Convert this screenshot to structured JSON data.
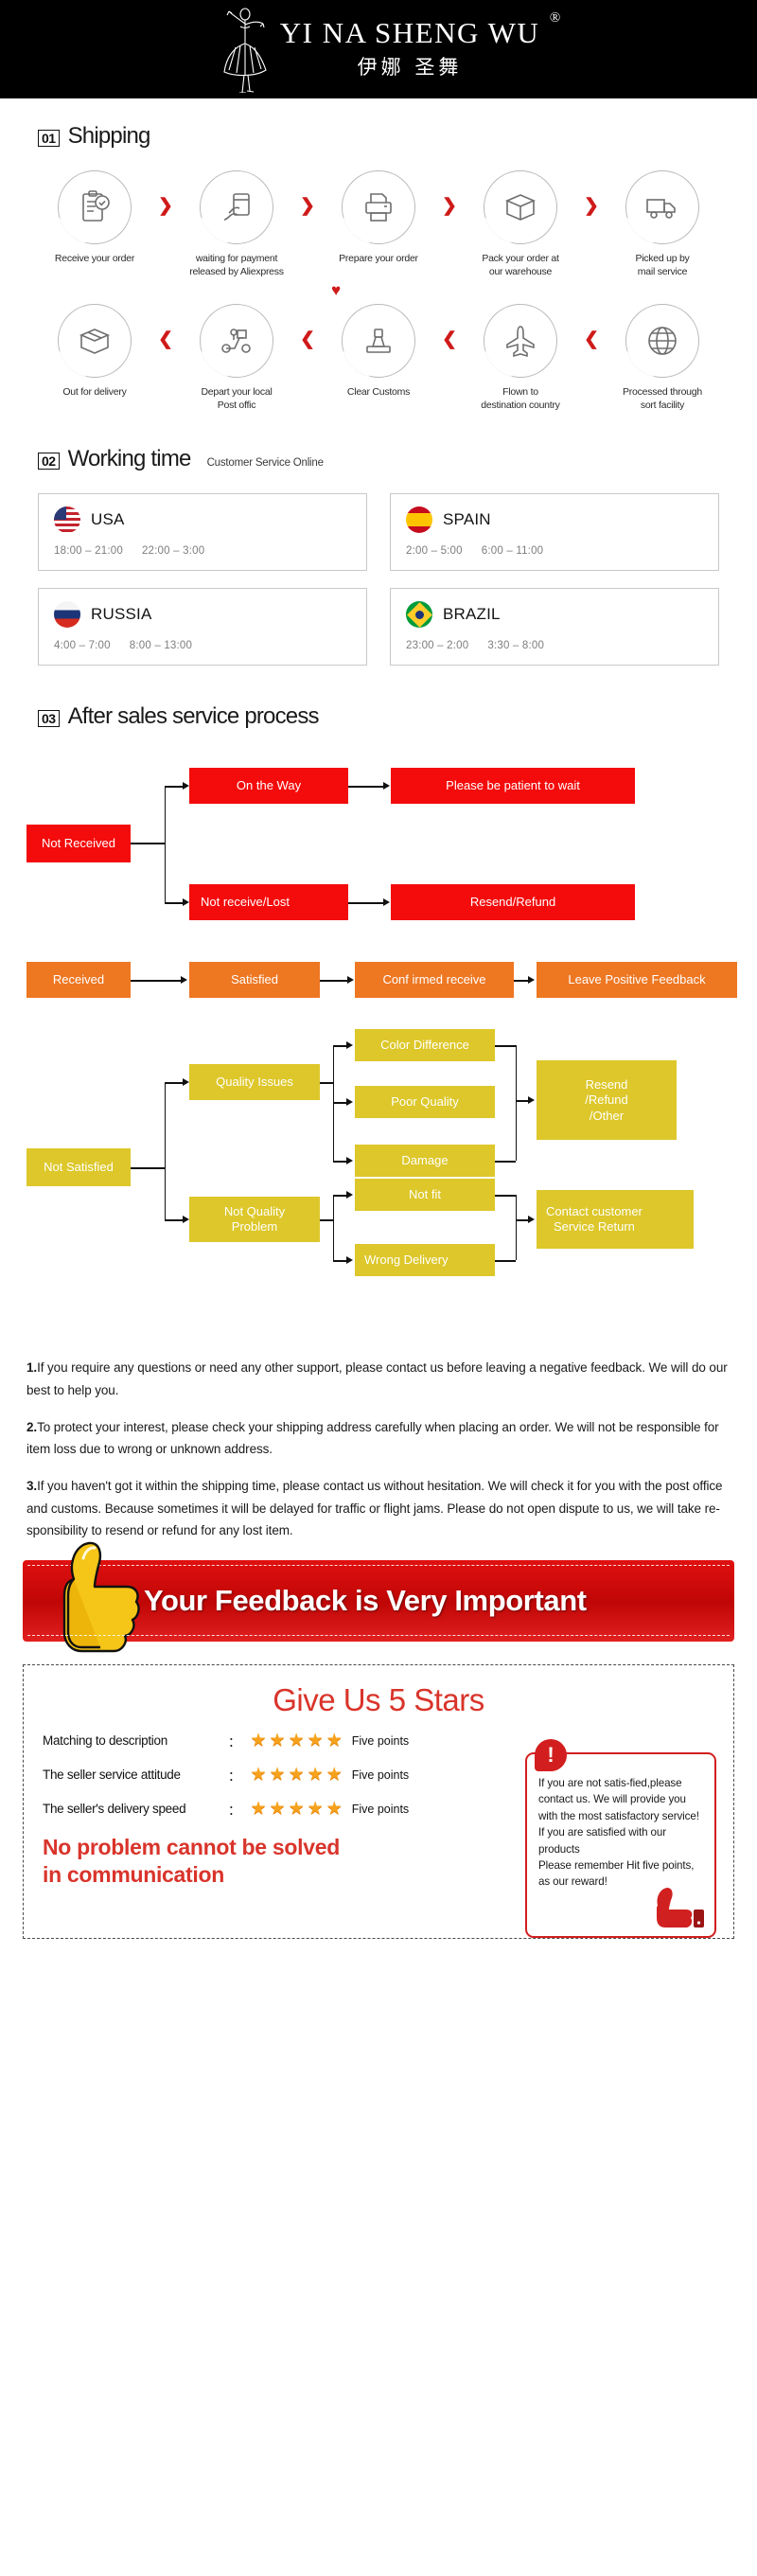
{
  "header": {
    "brand_en": "YI NA SHENG WU",
    "brand_cn": "伊娜 圣舞",
    "registered_mark": "®",
    "logo_icon": "dancing-woman-logo-icon"
  },
  "shipping": {
    "number": "01",
    "title": "Shipping",
    "arrow_glyph": "❯",
    "down_arrow_glyph": "♥",
    "row1": [
      {
        "label": "Receive your order",
        "icon": "clipboard-check-icon"
      },
      {
        "label": "waiting for payment\nreleased by Aliexpress",
        "icon": "hand-card-icon"
      },
      {
        "label": "Prepare your order",
        "icon": "printer-icon"
      },
      {
        "label": "Pack your order at\nour warehouse",
        "icon": "box-icon"
      },
      {
        "label": "Picked up by\nmail service",
        "icon": "truck-icon"
      }
    ],
    "row2": [
      {
        "label": "Out for delivery",
        "icon": "package-open-icon"
      },
      {
        "label": "Depart your local\nPost offic",
        "icon": "scooter-delivery-icon"
      },
      {
        "label": "Clear Customs",
        "icon": "customs-stamp-icon"
      },
      {
        "label": "Flown to\ndestination country",
        "icon": "airplane-icon"
      },
      {
        "label": "Processed through\nsort facility",
        "icon": "globe-icon"
      }
    ]
  },
  "working_time": {
    "number": "02",
    "title": "Working time",
    "subtitle": "Customer Service Online",
    "cards": [
      {
        "country": "USA",
        "flag": "flag-usa-icon",
        "times": [
          "18:00 – 21:00",
          "22:00 – 3:00"
        ]
      },
      {
        "country": "SPAIN",
        "flag": "flag-spain-icon",
        "times": [
          "2:00 – 5:00",
          "6:00 – 11:00"
        ]
      },
      {
        "country": "RUSSIA",
        "flag": "flag-russia-icon",
        "times": [
          "4:00 – 7:00",
          "8:00 – 13:00"
        ]
      },
      {
        "country": "BRAZIL",
        "flag": "flag-brazil-icon",
        "times": [
          "23:00 – 2:00",
          "3:30 – 8:00"
        ]
      }
    ]
  },
  "after_sales": {
    "number": "03",
    "title": "After sales service process",
    "colors": {
      "red": "#f40b0b",
      "orange": "#ee7722",
      "yellow": "#ddc72a"
    },
    "nodes": {
      "not_received": "Not Received",
      "on_the_way": "On the Way",
      "please_wait": "Please be patient to wait",
      "not_receive_lost": "Not receive/Lost",
      "resend_refund": "Resend/Refund",
      "received": "Received",
      "satisfied": "Satisfied",
      "confirmed_receive": "Conf irmed receive",
      "leave_feedback": "Leave Positive Feedback",
      "not_satisfied": "Not Satisfied",
      "quality_issues": "Quality Issues",
      "color_difference": "Color Difference",
      "poor_quality": "Poor Quality",
      "damage": "Damage",
      "resend_refund_other": "Resend\n/Refund\n/Other",
      "not_quality_problem": "Not Quality\nProblem",
      "not_fit": "Not fit",
      "wrong_delivery": "Wrong Delivery",
      "contact_service_return": "Contact customer\nService Return"
    }
  },
  "notes": [
    {
      "num": "1.",
      "text": "If you require any questions or need any other support, please contact us before leaving a negative feedback. We will do our best to help you."
    },
    {
      "num": "2.",
      "text": "To protect your interest, please check your shipping address carefully when placing an order. We will not be responsible for item loss due to wrong or unknown address."
    },
    {
      "num": "3.",
      "text": "If you haven't got it within the shipping time, please contact us without hesitation. We will check it for you with the post office and customs. Because sometimes it will be delayed for traffic or flight jams. Please do not open dispute to us, we will take re-sponsibility to resend or refund for any lost item."
    }
  ],
  "feedback_banner": {
    "text": "Your Feedback is Very Important",
    "icon": "thumbs-up-icon",
    "bg_color": "#d00a0a"
  },
  "stars_section": {
    "title": "Give Us 5 Stars",
    "title_color": "#d9342b",
    "star_glyph": "★",
    "colon": "：",
    "rows": [
      {
        "label": "Matching to description",
        "stars": 5,
        "points": "Five points"
      },
      {
        "label": "The seller service attitude",
        "stars": 5,
        "points": "Five points"
      },
      {
        "label": "The seller's delivery speed",
        "stars": 5,
        "points": "Five points"
      }
    ],
    "slogan": "No problem cannot be solved\nin communication",
    "warning": {
      "icon": "exclamation-icon",
      "thumb_icon": "thumbs-up-icon",
      "text": "If you are not satis-fied,please contact us. We will provide you with the most satisfactory service!\nIf you are satisfied with our products\nPlease remember Hit five points, as our reward!"
    }
  }
}
